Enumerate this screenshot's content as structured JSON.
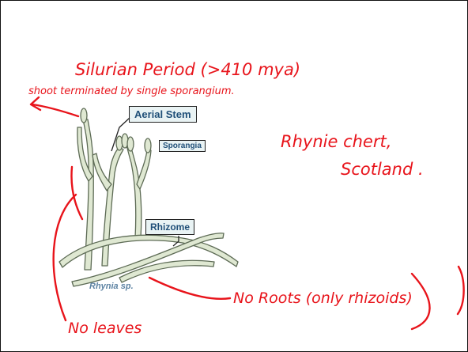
{
  "annotations": {
    "period": "Silurian Period (>410 mya)",
    "shoot": "shoot terminated by single sporangium.",
    "location_line1": "Rhynie chert,",
    "location_line2": "Scotland .",
    "no_roots": "No Roots (only rhizoids)",
    "no_leaves": "No leaves"
  },
  "figure": {
    "labels": {
      "aerial_stem": "Aerial Stem",
      "sporangia": "Sporangia",
      "rhizome": "Rhizome"
    },
    "caption": "Rhynia sp."
  },
  "colors": {
    "ink": "#e8141b",
    "label_text": "#1f4f78",
    "label_bg": "#e9f3f4",
    "plant_fill": "#dfe8d2",
    "plant_stroke": "#5d6b55"
  }
}
